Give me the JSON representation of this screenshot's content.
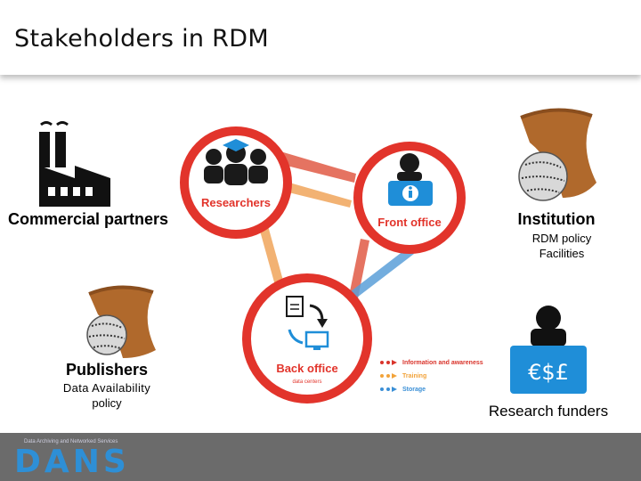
{
  "slide": {
    "title": "Stakeholders in RDM"
  },
  "stakeholders": {
    "commercial": {
      "name": "Commercial partners"
    },
    "institution": {
      "name": "Institution",
      "details": [
        "RDM policy",
        "Facilities"
      ]
    },
    "publishers": {
      "name": "Publishers",
      "details": [
        "Data Availability",
        "policy"
      ]
    },
    "funders": {
      "name": "Research funders",
      "currency": "€$£"
    }
  },
  "hub": {
    "researchers": "Researchers",
    "front_office": "Front office",
    "back_office": "Back office",
    "back_office_sub": "data centers"
  },
  "legend": {
    "items": [
      {
        "label": "Information and awareness",
        "color": "#d9342b"
      },
      {
        "label": "Training",
        "color": "#f2a33a"
      },
      {
        "label": "Storage",
        "color": "#3a8fd6"
      }
    ]
  },
  "footer": {
    "caption": "Data Archiving and Networked Services",
    "logo": "DANS"
  },
  "colors": {
    "ring": "#e2342b",
    "blue": "#1f8ed8",
    "footer": "#6b6b6b",
    "scroll": "#b0692c"
  }
}
